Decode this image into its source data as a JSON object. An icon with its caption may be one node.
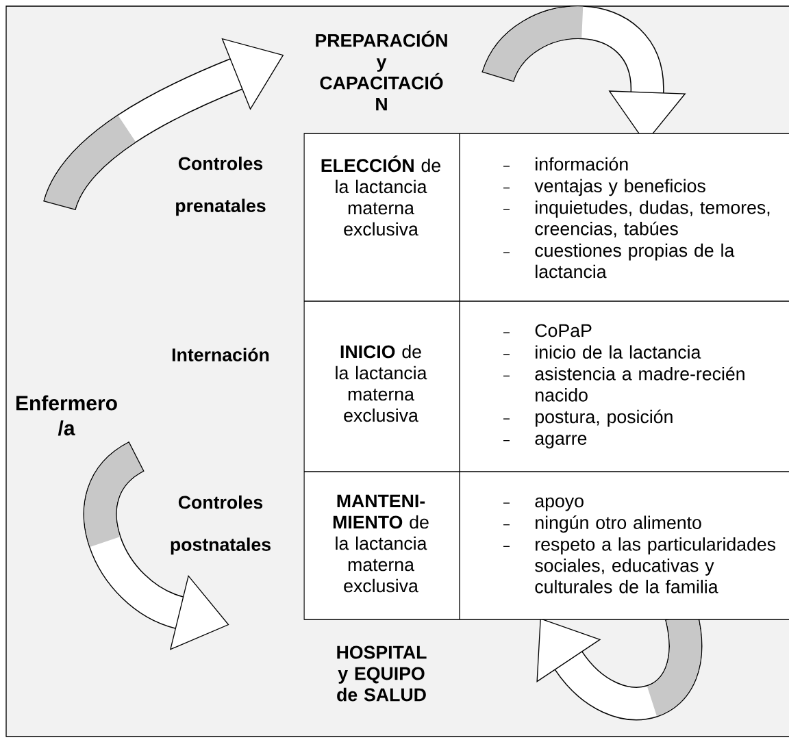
{
  "diagram": {
    "labels": [
      "PREPARACIÓN y CAPACITACIÓ N",
      "Controles prenatales",
      "**ELECCIÓN** de la lactancia materna exclusiva",
      "información",
      "ventajas y beneficios",
      "inquietudes, dudas, temores, creencias, tabúes",
      "cuestiones propias de la lactancia",
      "Internación",
      "**INICIO** de la lactancia materna exclusiva",
      "CoPaP",
      "inicio de la lactancia",
      "asistencia a madre-recién nacido",
      "postura, posición",
      "agarre",
      "Enfermero /a",
      "Controles postnatales",
      "**MANTENI- MIENTO** de la lactancia materna exclusiva",
      "apoyo",
      "ningún otro alimento",
      "respeto a las particularidades sociales, educativas y culturales de la familia",
      "HOSPITAL y EQUIPO de SALUD"
    ]
  }
}
